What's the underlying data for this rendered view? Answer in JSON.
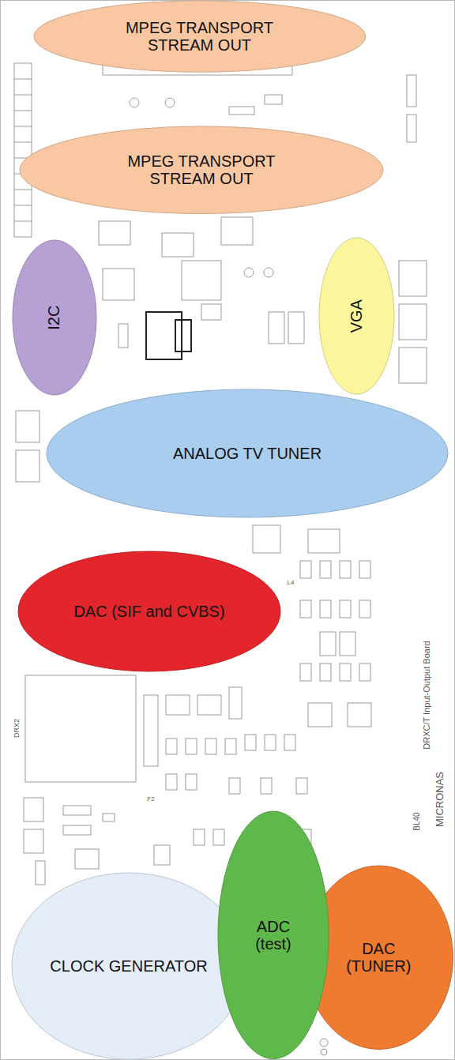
{
  "diagram": {
    "nodes": [
      {
        "text": [
          "MPEG TRANSPORT STREAM OUT"
        ]
      },
      {
        "text": [
          "MPEG TRANSPORT STREAM OUT"
        ]
      },
      {
        "text": [
          "I2C"
        ]
      },
      {
        "text": [
          "VGA"
        ]
      },
      {
        "text": [
          "ANALOG TV TUNER"
        ]
      },
      {
        "text": [
          "DAC (SIF and CVBS)"
        ]
      },
      {
        "text": [
          "CLOCK GENERATOR"
        ]
      },
      {
        "text": [
          "ADC (test)"
        ]
      },
      {
        "text": [
          "DAC (TUNER)"
        ]
      }
    ],
    "labels": [
      "DRXC/T Input-Output Board",
      "MICRONAS",
      "BL40",
      "DRX2",
      "F2",
      "L4"
    ]
  }
}
